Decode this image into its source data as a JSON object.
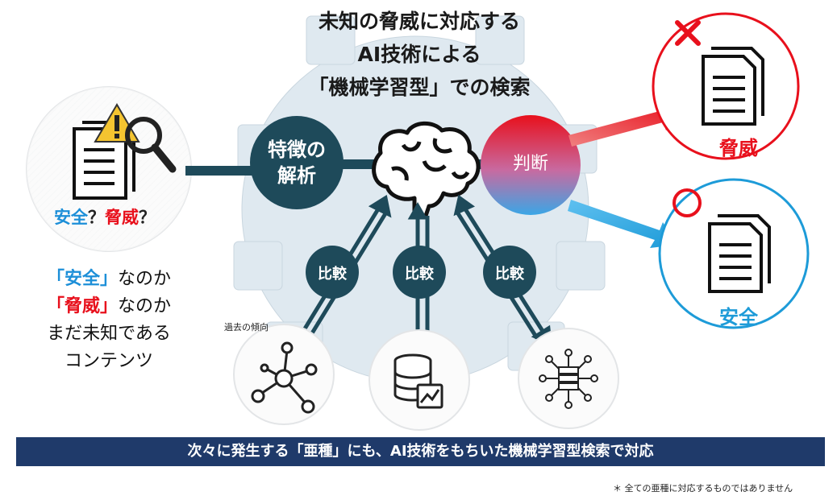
{
  "title": {
    "line1": "未知の脅威に対応する",
    "line2": "AI技術による",
    "line3": "「機械学習型」での検索"
  },
  "nodes": {
    "analysis_line1": "特徴の",
    "analysis_line2": "解析",
    "judgment": "判断",
    "compare_1": "比較",
    "compare_2": "比較",
    "compare_3": "比較"
  },
  "left": {
    "q_safe": "安全",
    "q_mark1": "？",
    "q_threat": "脅威",
    "q_mark2": "？"
  },
  "description": {
    "line1_term": "「安全」",
    "line1_rest": "なのか",
    "line2_term": "「脅威」",
    "line2_rest": "なのか",
    "line3": "まだ未知である",
    "line4": "コンテンツ"
  },
  "outputs": {
    "threat_label": "脅威",
    "safe_label": "安全"
  },
  "past_trend_label": "過去の傾向",
  "bottom_bar": "次々に発生する「亜種」にも、AI技術をもちいた機械学習型検索で対応",
  "footnote": "＊ 全ての亜種に対応するものではありません",
  "colors": {
    "gear": "#dfe9f0",
    "node_dark": "#1e4a5a",
    "threat_red": "#e8101c",
    "safe_blue": "#1d9bd8",
    "bar": "#1f3a6a"
  }
}
